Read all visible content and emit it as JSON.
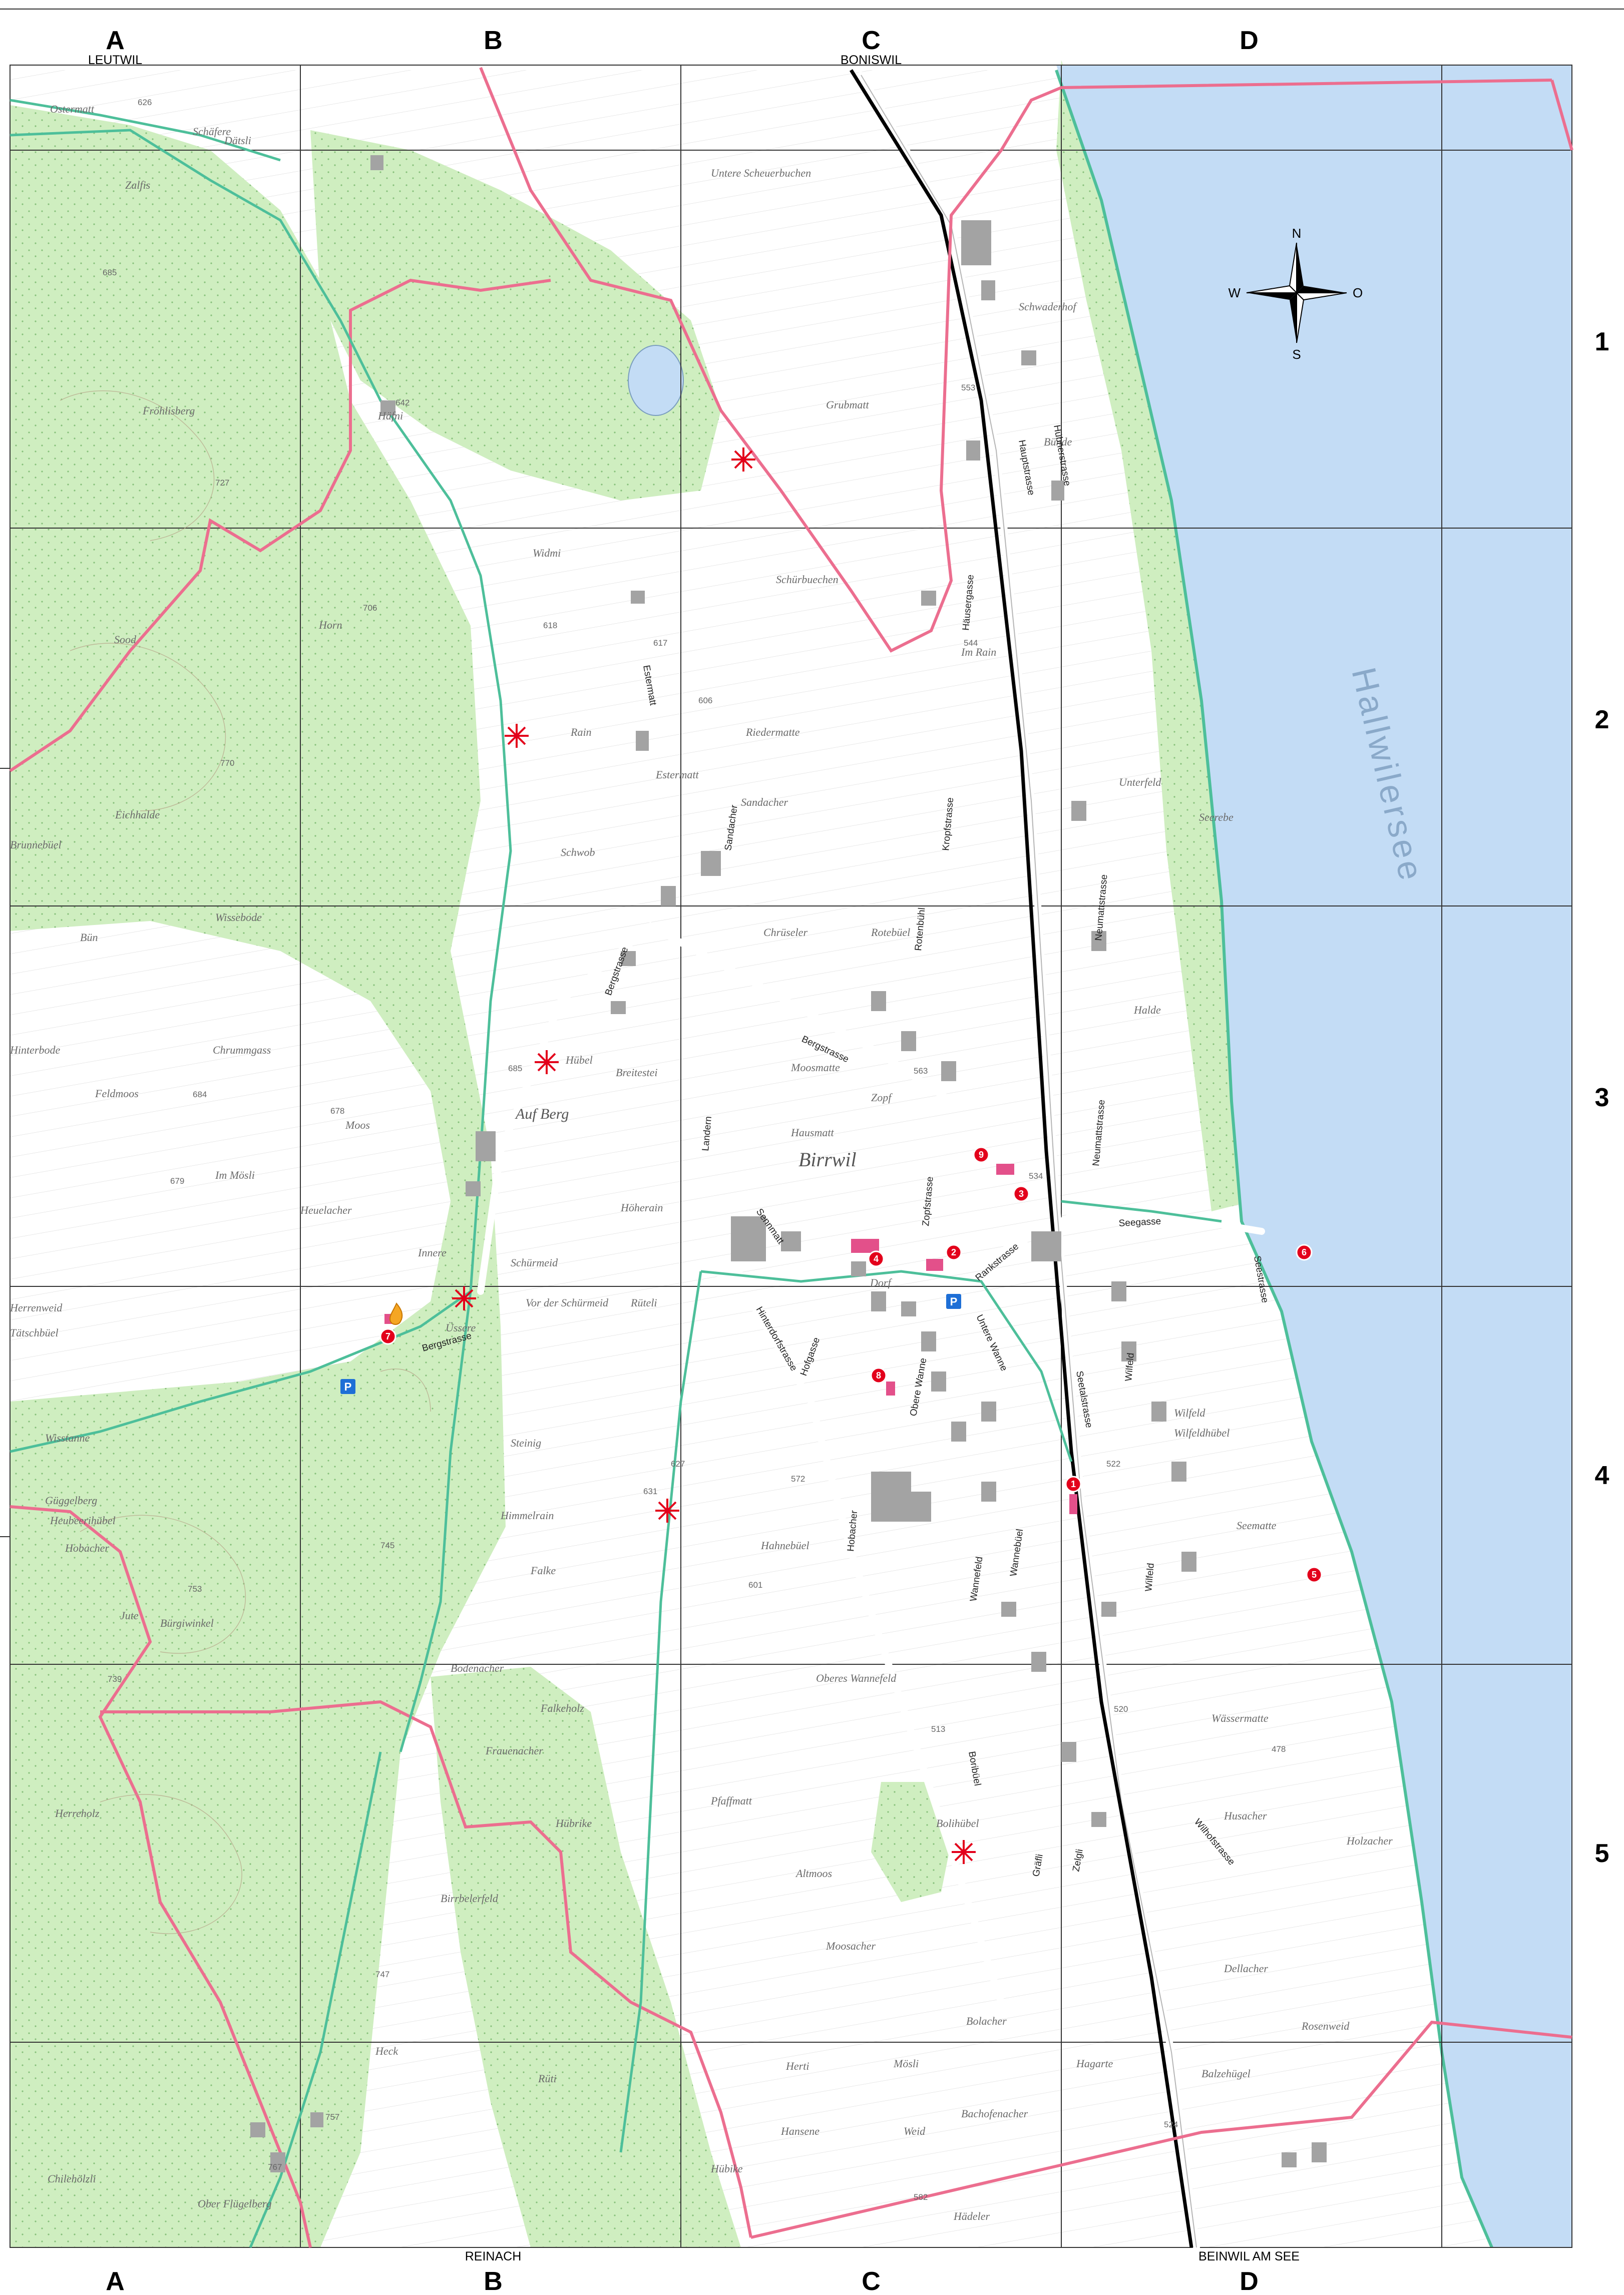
{
  "grid": {
    "columns": [
      "A",
      "B",
      "C",
      "D"
    ],
    "rows": [
      "1",
      "2",
      "3",
      "4",
      "5"
    ]
  },
  "edge_places": {
    "top_left": "LEUTWIL",
    "top_center": "BONISWIL",
    "bottom_left": "REINACH",
    "bottom_right": "BEINWIL AM SEE"
  },
  "compass": {
    "north": "N",
    "south": "S",
    "west": "W",
    "east": "O"
  },
  "lake": {
    "name": "Hallwilersee",
    "color": "#c3dcf5"
  },
  "village": {
    "name": "Birrwil"
  },
  "localities": [
    "Dätsli",
    "Schäfere",
    "Zalfis",
    "Ostermatt",
    "Häfni",
    "Fröhlisberg",
    "Untere Scheuerbuchen",
    "Grubmatt",
    "Schwaderhof",
    "Horn",
    "Sood",
    "Widmi",
    "Schürbuechen",
    "Eichhalde",
    "Brunnebüel",
    "Rain",
    "Riedermatte",
    "Estermatt",
    "Sandacher",
    "Schwob",
    "Bün",
    "Wissebode",
    "Chrüseler",
    "Rotebüel",
    "Chrummgass",
    "Hinterbode",
    "Feldmoos",
    "Moos",
    "Hübel",
    "Breitestei",
    "Moosmatte",
    "Zopf",
    "Hausmatt",
    "Auf Berg",
    "Im Mösli",
    "Heuelacher",
    "Höherain",
    "Innere",
    "Schürmeid",
    "Herrenweid",
    "Tätschbüel",
    "Üssere",
    "Rüteli",
    "Vor der Schürmeid",
    "Wisstanne",
    "Steinig",
    "Güggelberg",
    "Heubeerihübel",
    "Hahnebüel",
    "Hobacher",
    "Himmelrain",
    "Falke",
    "Jute",
    "Bürgiwinkel",
    "Bodenacher",
    "Frauenacher",
    "Falkeholz",
    "Oberes Wannefeld",
    "Herreholz",
    "Pfaffmatt",
    "Altmoos",
    "Bolihübel",
    "Hübrike",
    "Birrbelerfeld",
    "Moosacher",
    "Bolacher",
    "Hagarte",
    "Heck",
    "Rüti",
    "Herti",
    "Hansene",
    "Mösli",
    "Weid",
    "Bachofenacher",
    "Chilehölzli",
    "Ober Flügelberg",
    "Hübike",
    "Hädeler",
    "Im Rain",
    "Unterfeld",
    "Seerebe",
    "Halde",
    "Wilfeld",
    "Wilfeldhübel",
    "Seematte",
    "Wässermatte",
    "Husacher",
    "Holzacher",
    "Dellacher",
    "Balzehügel",
    "Rosenweid",
    "Dorf",
    "Bünde"
  ],
  "streets": [
    "Seetalstrasse",
    "Hauptstrasse",
    "Bergstrasse",
    "Seegasse",
    "Seestrasse",
    "Neumattstrasse",
    "Zopfstrasse",
    "Hinterdorfstrasse",
    "Obere Wanne",
    "Untere Wanne",
    "Wannefeld",
    "Wannebüel",
    "Hobacher",
    "Landern",
    "Estermatt",
    "Sandacher",
    "Rotenbühl",
    "Kropfstrasse",
    "Sennmatt",
    "Hofgasse",
    "Rankstrasse",
    "Wilfeld",
    "Boribüel",
    "Gräfli",
    "Zelgli",
    "Wilhofstrasse",
    "Hübnerstrasse",
    "Häusergasse"
  ],
  "markers": [
    "1",
    "2",
    "3",
    "4",
    "5",
    "6",
    "7",
    "8",
    "9"
  ],
  "parking_label": "P",
  "elevations": [
    "626",
    "685",
    "727",
    "706",
    "770",
    "684",
    "678",
    "679",
    "745",
    "753",
    "739",
    "685",
    "747",
    "757",
    "767",
    "642",
    "618",
    "617",
    "606",
    "563",
    "544",
    "534",
    "522",
    "520",
    "513",
    "572",
    "601",
    "627",
    "631",
    "582",
    "524",
    "478",
    "553"
  ],
  "colors": {
    "forest": "#cfeec0",
    "municipal_border": "#ec6e8f",
    "path": "#4dbf9a",
    "railway": "#000000",
    "road": "#ffffff",
    "building": "#a3a3a3",
    "marker": "#e3001b",
    "parking": "#1e6fd6",
    "poi_building": "#e3508a"
  }
}
